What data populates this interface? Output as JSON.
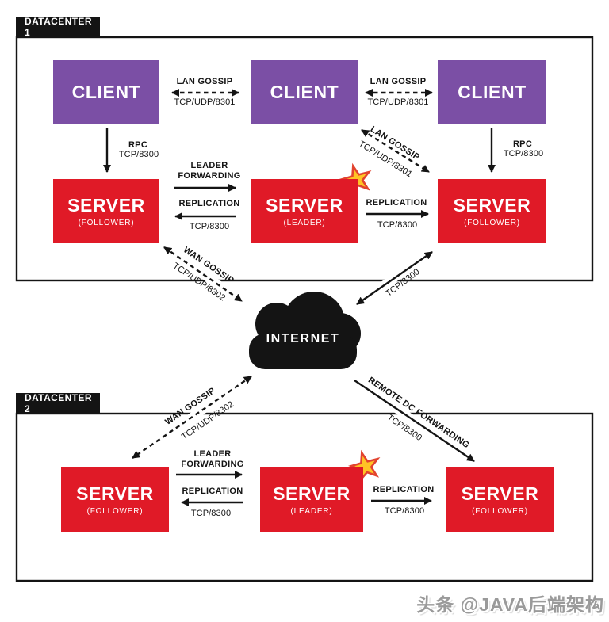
{
  "datacenter1": {
    "label": "DATACENTER 1"
  },
  "datacenter2": {
    "label": "DATACENTER 2"
  },
  "nodes": {
    "client": "CLIENT",
    "server": "SERVER",
    "follower": "(FOLLOWER)",
    "leader": "(LEADER)"
  },
  "internet": {
    "label": "INTERNET"
  },
  "edges": {
    "lan_gossip": {
      "label": "LAN GOSSIP",
      "port": "TCP/UDP/8301"
    },
    "wan_gossip": {
      "label": "WAN GOSSIP",
      "port": "TCP/UDP/8302"
    },
    "rpc": {
      "label": "RPC",
      "port": "TCP/8300"
    },
    "leader_forwarding": {
      "line1": "LEADER",
      "line2": "FORWARDING"
    },
    "replication": {
      "label": "REPLICATION",
      "port": "TCP/8300"
    },
    "remote_dc_forwarding": {
      "label": "REMOTE DC FORWARDING",
      "port": "TCP/8300"
    },
    "server_internet": {
      "port": "TCP/8300"
    }
  },
  "watermark": {
    "text": "头条 @JAVA后端架构"
  },
  "colors": {
    "client": "#7B4FA5",
    "server": "#E01A27",
    "ink": "#141414",
    "star-fill": "#FFC425",
    "star-stroke": "#E2432F"
  }
}
